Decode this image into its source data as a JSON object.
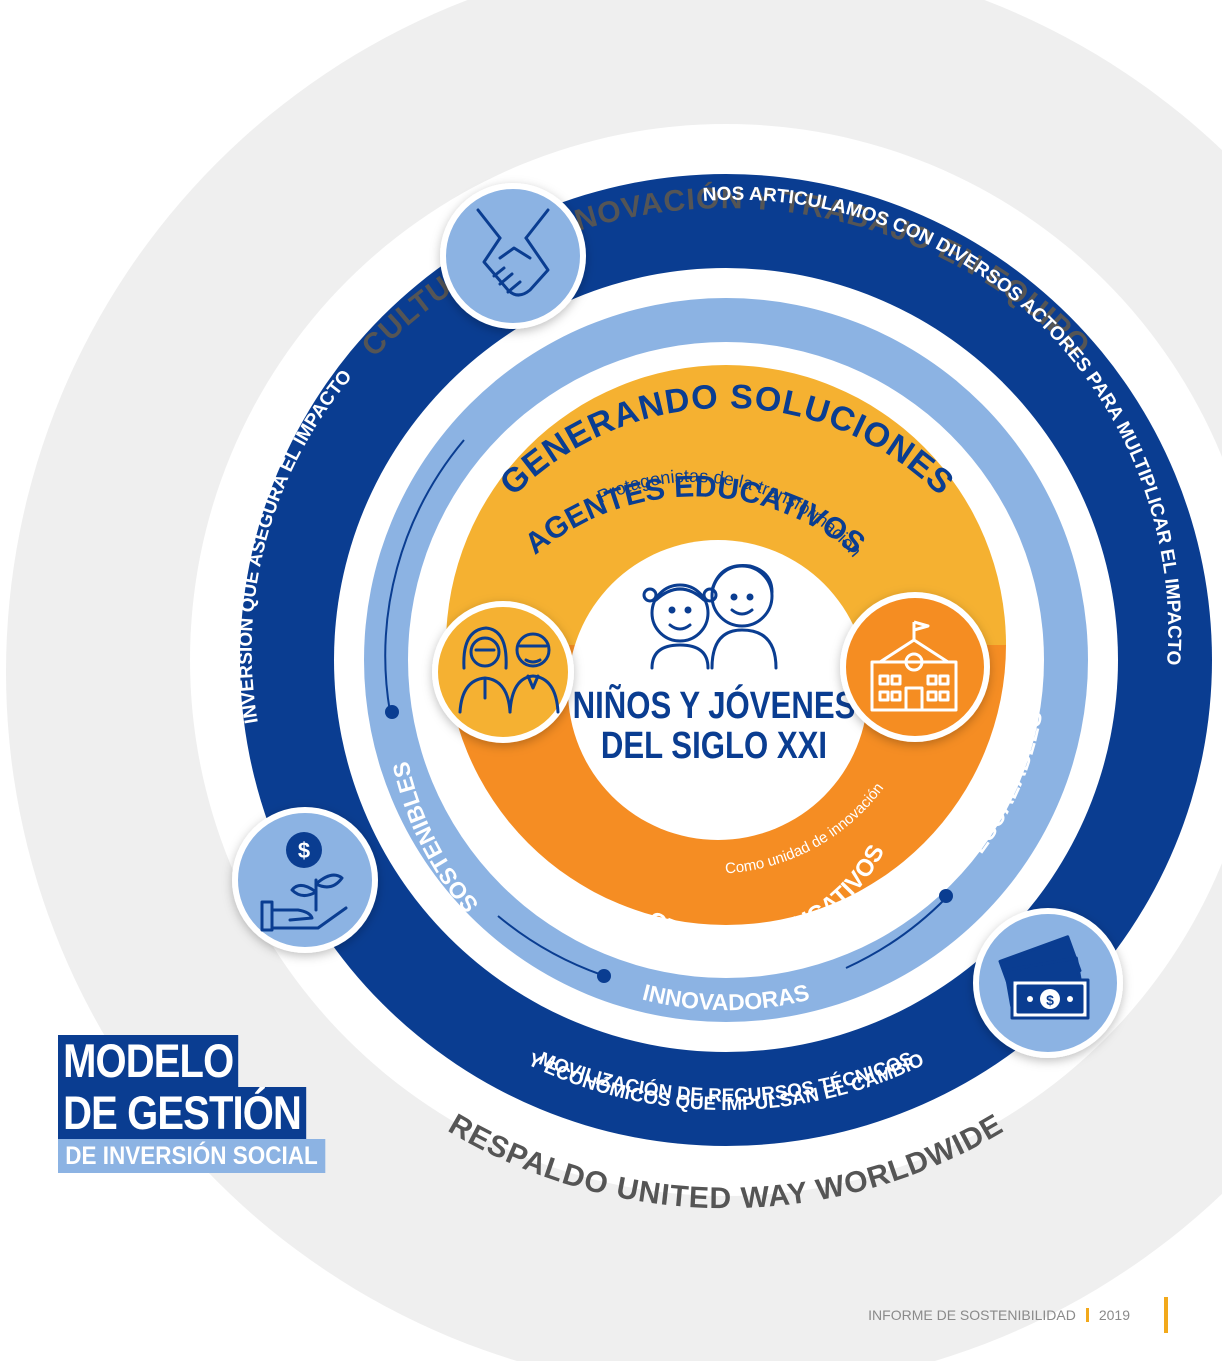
{
  "outer_ring": {
    "top_text": "CULTURA DE INNOVACIÓN Y TRABAJO EN EQUIPO",
    "bottom_text": "RESPALDO UNITED WAY WORLDWIDE"
  },
  "blue_ring": {
    "top_right_text": "NOS ARTICULAMOS CON DIVERSOS ACTORES PARA MULTIPLICAR EL IMPACTO",
    "left_text": "INVERSIÓN QUE ASEGURA EL IMPACTO",
    "bottom_line1": "MOVILIZACIÓN DE RECURSOS TÉCNICOS",
    "bottom_line2": "Y ECONÓMICOS QUE IMPULSAN EL CAMBIO"
  },
  "light_ring": {
    "top_text": "GENERANDO SOLUCIONES",
    "left_text": "SOSTENIBLES",
    "bottom_text": "INNOVADORAS",
    "right_text": "ESCALABLES"
  },
  "orange_ring": {
    "top_title": "AGENTES EDUCATIVOS",
    "top_subtitle": "Protagonistas de la transformación",
    "bottom_title": "CENTROS EDUCATIVOS",
    "bottom_subtitle": "Como unidad de innovación"
  },
  "center": {
    "line1": "NIÑOS Y JÓVENES",
    "line2": "DEL SIGLO XXI"
  },
  "icons": [
    "handshake-icon",
    "plant-money-icon",
    "banknotes-icon",
    "teachers-icon",
    "school-icon",
    "children-icon"
  ],
  "title": {
    "line1": "MODELO",
    "line2": "DE GESTIÓN",
    "subtitle": "DE INVERSIÓN SOCIAL"
  },
  "footer": {
    "report": "INFORME DE SOSTENIBILIDAD",
    "year": "2019"
  },
  "colors": {
    "navy": "#0a3d91",
    "light_blue": "#8cb3e3",
    "orange": "#f58d23",
    "yellow": "#f5b131",
    "accent": "#f2a91b"
  }
}
